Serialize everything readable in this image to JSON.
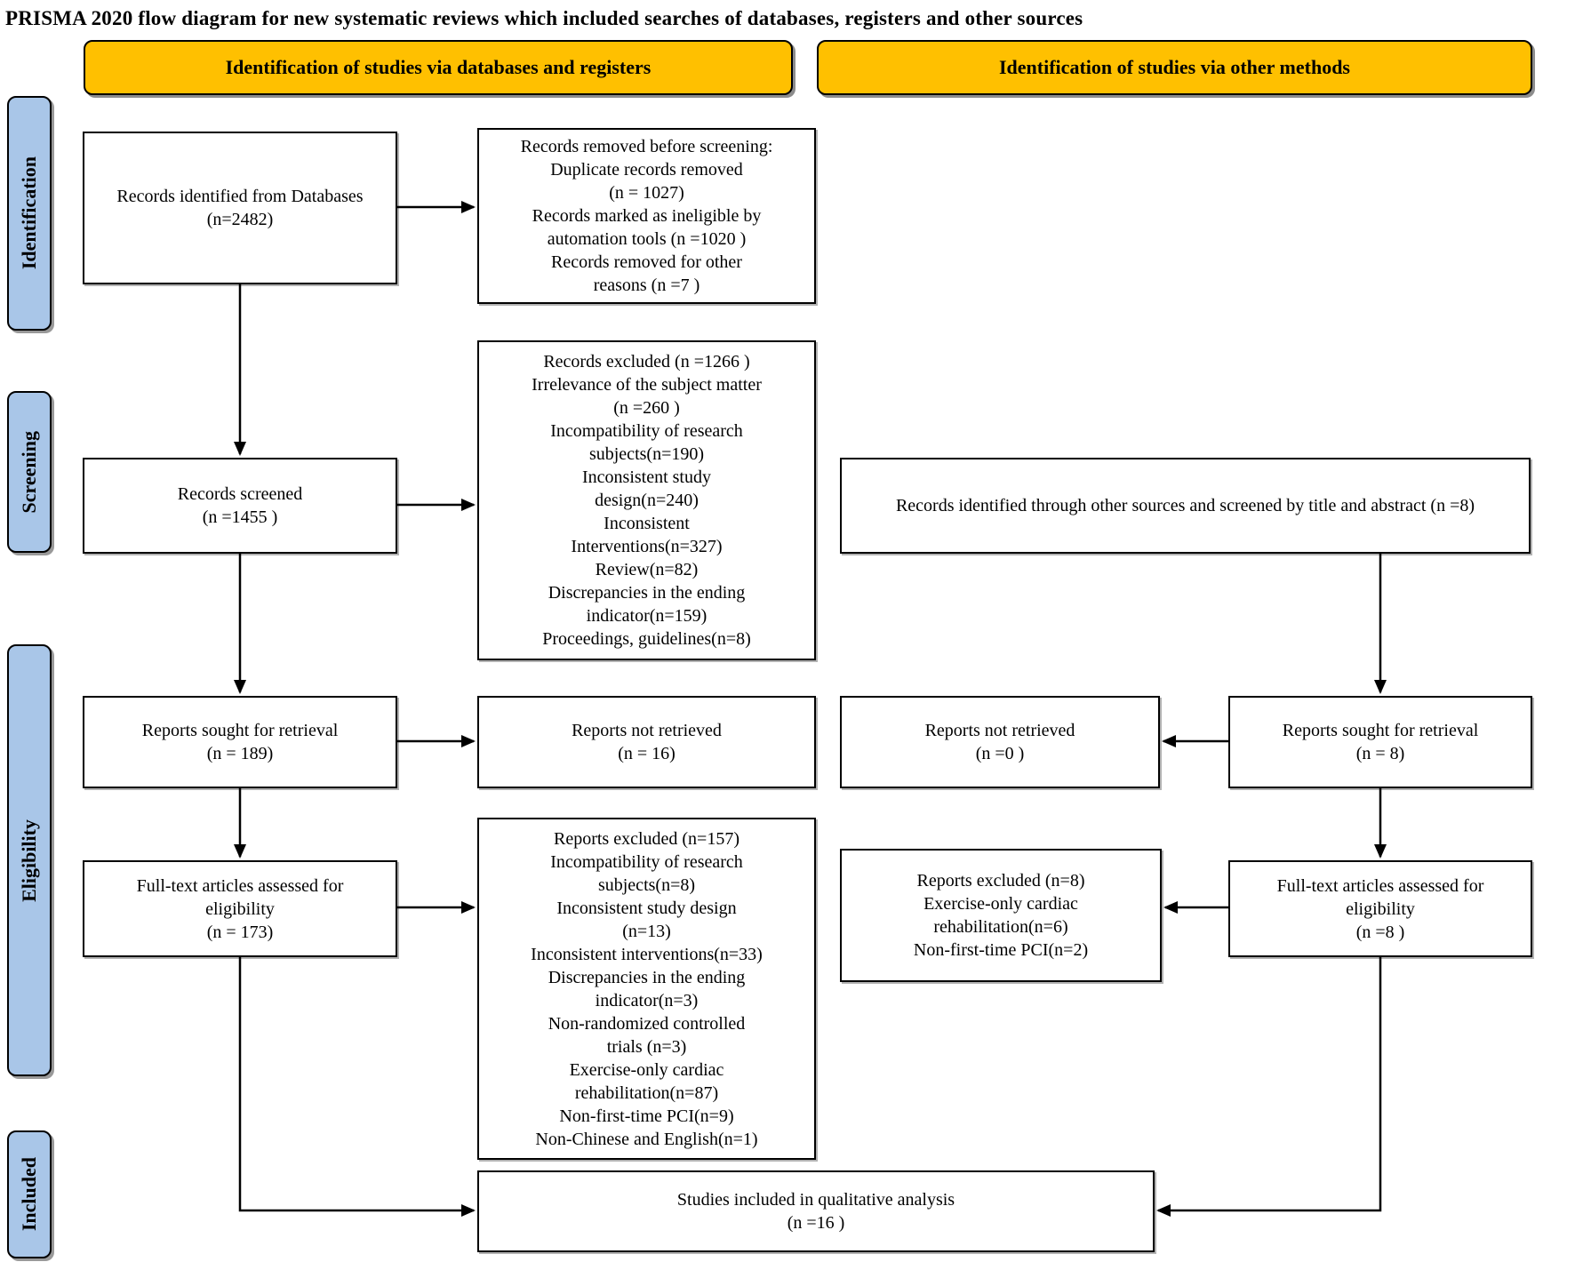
{
  "title": "PRISMA 2020 flow diagram for new systematic reviews which included searches of databases, registers and other sources",
  "headers": {
    "databases": "Identification of studies via databases and registers",
    "other_methods": "Identification of studies via other methods"
  },
  "stage_labels": {
    "identification": "Identification",
    "screening": "Screening",
    "eligibility": "Eligibility",
    "included": "Included"
  },
  "colors": {
    "header_bg": "#FFC000",
    "stage_bg": "#A9C6E8",
    "box_bg": "#FFFFFF",
    "border": "#000000",
    "text": "#000000"
  },
  "boxes": {
    "records_identified": "Records identified from Databases\n(n=2482)",
    "records_removed": "Records removed before screening:\nDuplicate records removed\n(n = 1027)\nRecords marked as ineligible by\nautomation tools (n =1020 )\nRecords removed for other\nreasons (n =7 )",
    "records_screened": "Records screened\n(n =1455 )",
    "records_excluded": "Records excluded (n =1266 )\nIrrelevance of the subject matter\n(n =260 )\nIncompatibility of research\nsubjects(n=190)\nInconsistent study\ndesign(n=240)\nInconsistent\nInterventions(n=327)\nReview(n=82)\nDiscrepancies in the ending\nindicator(n=159)\nProceedings, guidelines(n=8)",
    "reports_sought_db": "Reports sought for retrieval\n(n = 189)",
    "reports_not_retrieved_db": "Reports not retrieved\n(n = 16)",
    "fulltext_assessed_db": "Full-text articles assessed for\neligibility\n(n = 173)",
    "reports_excluded_db": "Reports excluded (n=157)\nIncompatibility of research\nsubjects(n=8)\nInconsistent study design\n(n=13)\nInconsistent interventions(n=33)\nDiscrepancies in the ending\nindicator(n=3)\nNon-randomized controlled\ntrials (n=3)\nExercise-only cardiac\nrehabilitation(n=87)\nNon-first-time PCI(n=9)\nNon-Chinese and English(n=1)",
    "records_other_sources": "Records identified through other sources and screened by title and abstract (n =8)",
    "reports_not_retrieved_other": "Reports not retrieved\n(n =0 )",
    "reports_sought_other": "Reports sought for retrieval\n(n = 8)",
    "reports_excluded_other": "Reports excluded (n=8)\nExercise-only cardiac\nrehabilitation(n=6)\nNon-first-time PCI(n=2)",
    "fulltext_assessed_other": "Full-text articles assessed for\neligibility\n(n =8 )",
    "studies_included": "Studies included in qualitative analysis\n(n =16 )"
  }
}
